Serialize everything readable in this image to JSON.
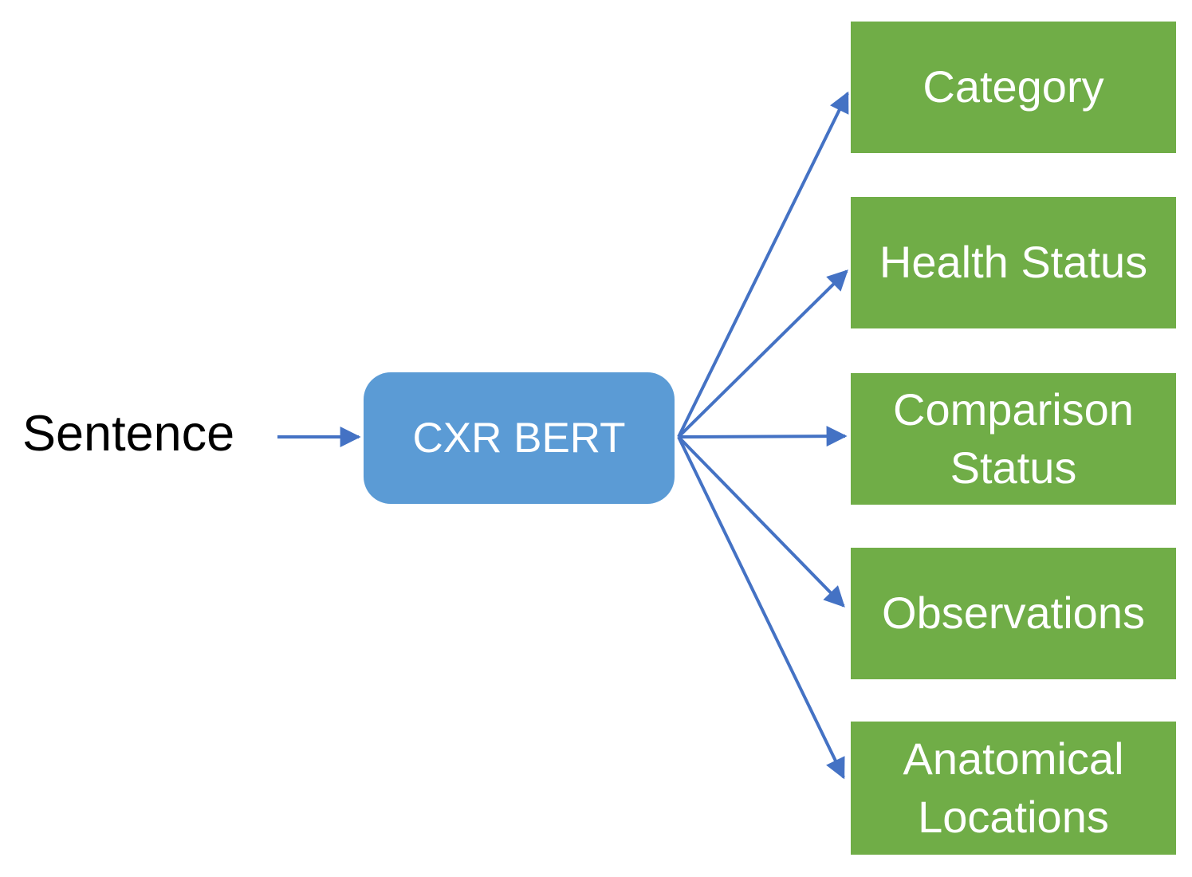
{
  "diagram": {
    "input": {
      "label": "Sentence",
      "text_color": "#000000"
    },
    "model": {
      "label": "CXR BERT",
      "fill": "#5B9BD5",
      "text_color": "#FFFFFF"
    },
    "outputs": [
      {
        "label": "Category"
      },
      {
        "label": "Health Status"
      },
      {
        "label": "Comparison Status"
      },
      {
        "label": "Observations"
      },
      {
        "label": "Anatomical Locations"
      }
    ],
    "output_style": {
      "fill": "#70AD47",
      "text_color": "#FFFFFF"
    },
    "arrow_color": "#4472C4",
    "edges": [
      {
        "from": "Sentence",
        "to": "CXR BERT"
      },
      {
        "from": "CXR BERT",
        "to": "Category"
      },
      {
        "from": "CXR BERT",
        "to": "Health Status"
      },
      {
        "from": "CXR BERT",
        "to": "Comparison Status"
      },
      {
        "from": "CXR BERT",
        "to": "Observations"
      },
      {
        "from": "CXR BERT",
        "to": "Anatomical Locations"
      }
    ]
  }
}
